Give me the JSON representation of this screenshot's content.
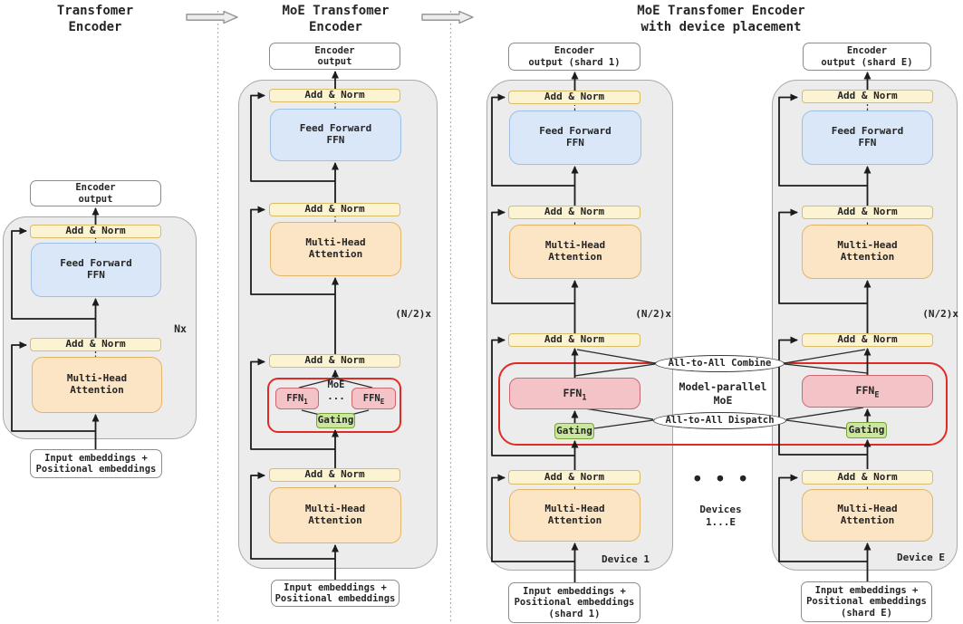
{
  "titles": {
    "left": "Transfomer\nEncoder",
    "middle": "MoE Transfomer\nEncoder",
    "right": "MoE Transfomer Encoder\nwith device placement"
  },
  "labels": {
    "encoder_output": "Encoder\noutput",
    "encoder_output_shard1": "Encoder\noutput (shard 1)",
    "encoder_output_shard_e": "Encoder\noutput (shard E)",
    "add_norm": "Add & Norm",
    "feed_forward_ffn": "Feed Forward\nFFN",
    "multi_head_attention": "Multi-Head\nAttention",
    "input_embeddings": "Input embeddings +\nPositional embeddings",
    "input_embeddings_shard1": "Input embeddings +\nPositional embeddings\n(shard 1)",
    "input_embeddings_shard_e": "Input embeddings +\nPositional embeddings\n(shard E)",
    "nx": "Nx",
    "n_half_x": "(N/2)x",
    "moe": "MoE",
    "ffn_base": "FFN",
    "ffn_sub_first": "1",
    "ffn_sub_last": "E",
    "experts_ellipsis": "...",
    "gating": "Gating",
    "all_to_all_combine": "All-to-All Combine",
    "all_to_all_dispatch": "All-to-All Dispatch",
    "model_parallel_moe": "Model-parallel\nMoE",
    "devices_dots": "● ● ●",
    "devices_range": "Devices\n1...E",
    "device_1": "Device 1",
    "device_e": "Device E"
  },
  "colors": {
    "container_bg": "#ECECEC",
    "container_br": "#A9A9A9",
    "yellow_bg": "#FCF3D2",
    "yellow_br": "#D9BC66",
    "blue_bg": "#D9E7F8",
    "blue_br": "#9EBFE6",
    "orange_bg": "#FBE5C4",
    "orange_br": "#E4B468",
    "pink_bg": "#F4C3C8",
    "pink_br": "#CC6670",
    "green_bg": "#CBE69E",
    "green_br": "#7AA33C",
    "red": "#E02A25",
    "white_br": "#8C8C8C",
    "line": "#1C1C1C",
    "text": "#252525",
    "sep": "#9A9A9A",
    "gray_arrow_bg": "#EDEDED",
    "gray_arrow_br": "#8F8F8F",
    "ellipse_br": "#3C3C3C"
  }
}
